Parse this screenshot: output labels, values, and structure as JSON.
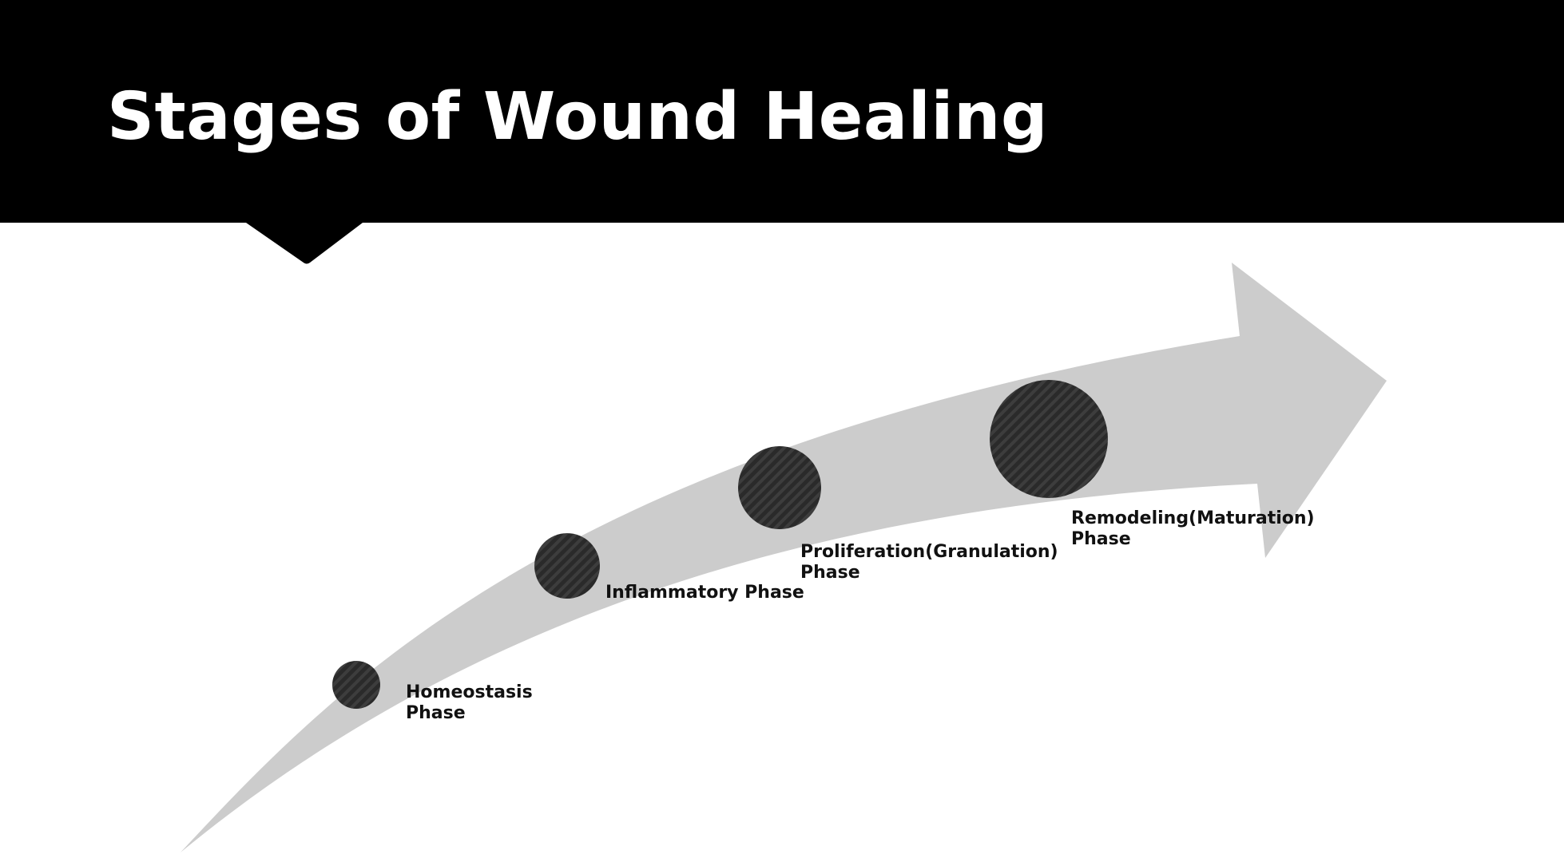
{
  "slide": {
    "title": "Stages of Wound Healing"
  },
  "colors": {
    "header_background": "#000000",
    "title_text": "#ffffff",
    "arrow_fill": "#cccccc",
    "stage_dot": "#2a2a2a",
    "stage_dot_stripe": "#3d3d3d",
    "label_text": "#111111"
  },
  "stages": [
    {
      "line1": "Homeostasis",
      "line2": "Phase"
    },
    {
      "line1": "Inflammatory Phase",
      "line2": ""
    },
    {
      "line1": "Proliferation(Granulation)",
      "line2": "Phase"
    },
    {
      "line1": "Remodeling(Maturation)",
      "line2": "Phase"
    }
  ]
}
